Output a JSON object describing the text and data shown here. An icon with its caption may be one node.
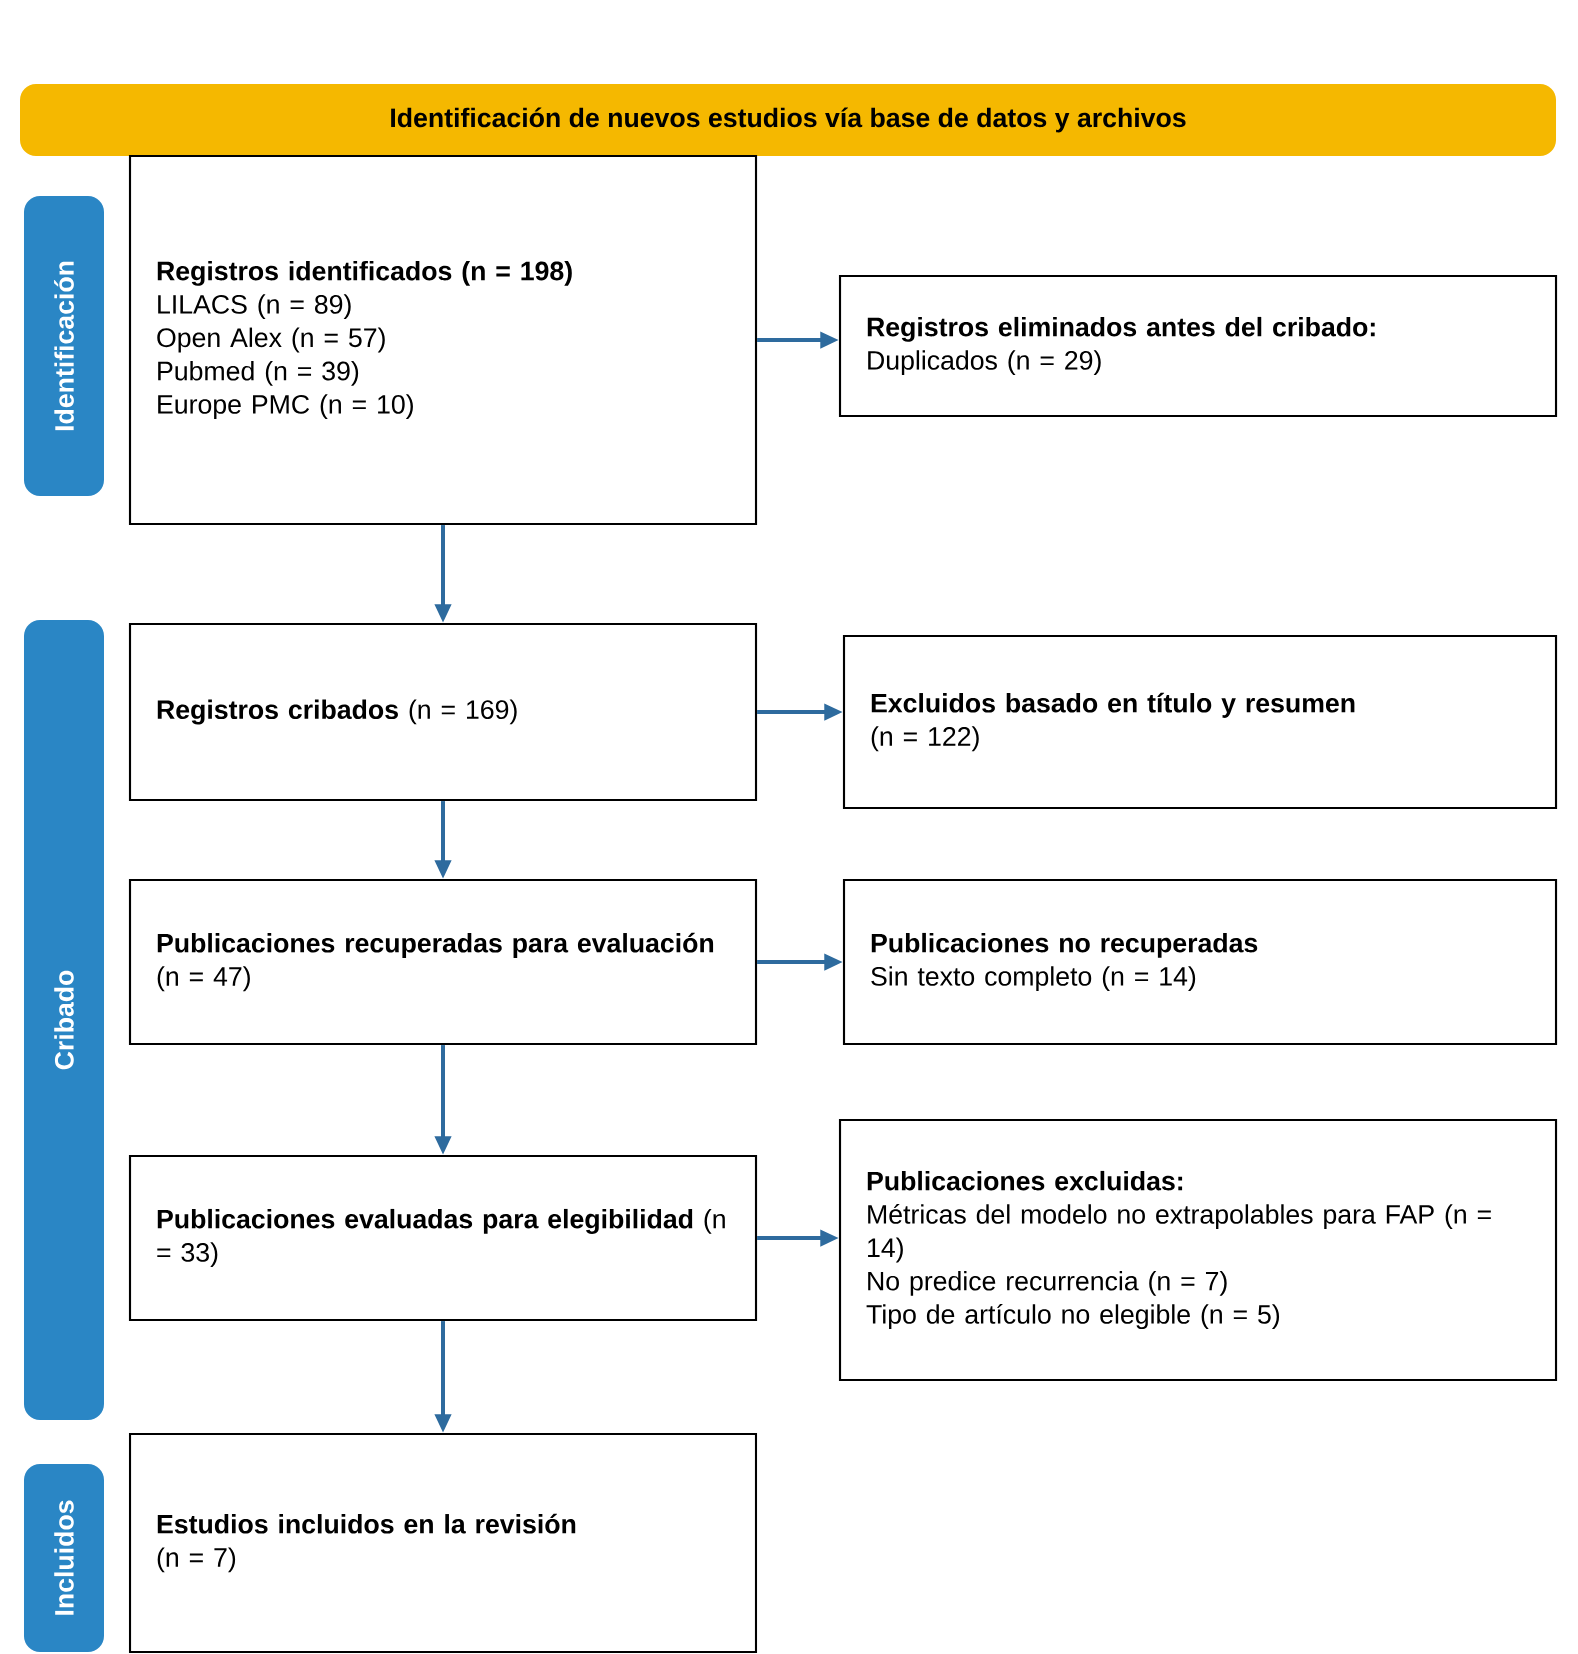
{
  "diagram": {
    "nodes": [
      {
        "text": [
          "Identificación de nuevos estudios vía base de datos y archivos"
        ]
      },
      {
        "text": [
          "Identificación"
        ]
      },
      {
        "text": [
          "Cribado"
        ]
      },
      {
        "text": [
          "Incluidos"
        ]
      },
      {
        "text": [
          "Registros identificados (n = 198)",
          "LILACS (n = 89)",
          "Open Alex (n = 57)",
          "Pubmed (n = 39)",
          "Europe PMC (n = 10)"
        ]
      },
      {
        "text": [
          "Registros eliminados antes del cribado:",
          "Duplicados (n = 29)"
        ]
      },
      {
        "text": [
          "**Registros cribados** (n = 169)"
        ]
      },
      {
        "text": [
          "Excluidos basado en título y resumen",
          "(n = 122)"
        ]
      },
      {
        "text": [
          "**Publicaciones recuperadas para evaluación** (n = 47)"
        ]
      },
      {
        "text": [
          "Publicaciones no recuperadas",
          "Sin texto completo (n = 14)"
        ]
      },
      {
        "text": [
          "**Publicaciones evaluadas para elegibilidad** (n = 33)"
        ]
      },
      {
        "text": [
          "Publicaciones excluidas:",
          "Métricas del modelo no extrapolables para FAP (n = 14)",
          "No predice recurrencia (n = 7)",
          "Tipo de artículo no elegible (n = 5)"
        ]
      },
      {
        "text": [
          "Estudios incluidos en la revisión",
          "(n = 7)"
        ]
      }
    ],
    "edges": [
      {
        "from": 4,
        "to": 5,
        "arrow": "to"
      },
      {
        "from": 4,
        "to": 6,
        "arrow": "to"
      },
      {
        "from": 6,
        "to": 7,
        "arrow": "to"
      },
      {
        "from": 6,
        "to": 8,
        "arrow": "to"
      },
      {
        "from": 8,
        "to": 9,
        "arrow": "to"
      },
      {
        "from": 8,
        "to": 10,
        "arrow": "to"
      },
      {
        "from": 10,
        "to": 11,
        "arrow": "to"
      },
      {
        "from": 10,
        "to": 12,
        "arrow": "to"
      }
    ]
  }
}
